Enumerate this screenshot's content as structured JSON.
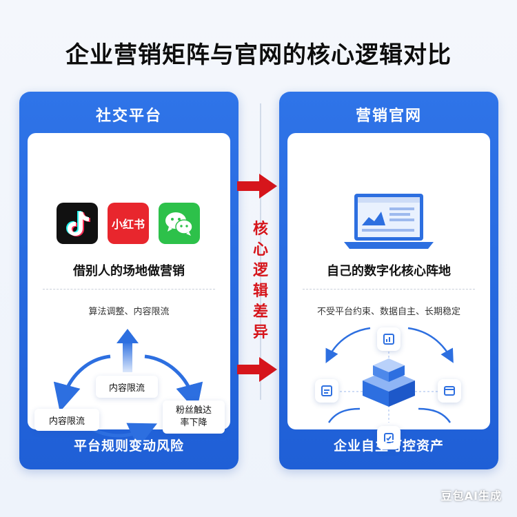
{
  "title": "企业营销矩阵与官网的核心逻辑对比",
  "left_panel": {
    "header": "社交平台",
    "apps": [
      {
        "name": "douyin-icon",
        "color": "#111111"
      },
      {
        "name": "xiaohongshu-icon",
        "label": "小红书",
        "color": "#e8262d"
      },
      {
        "name": "wechat-icon",
        "color": "#2dc14a"
      }
    ],
    "card_title": "借别人的场地做营销",
    "subtitle": "算法调整、内容限流",
    "cycle": {
      "top": "内容限流",
      "left": "内容限流",
      "right": "粉丝触达\n率下降"
    },
    "footer": "平台规则变动风险"
  },
  "center": {
    "label_chars": [
      "核",
      "心",
      "逻",
      "辑",
      "差",
      "异"
    ],
    "arrow_color": "#d6151b"
  },
  "right_panel": {
    "header": "营销官网",
    "card_title": "自己的数字化核心阵地",
    "subtitle": "不受平台约束、数据自主、长期稳定",
    "footer": "企业自主可控资产"
  },
  "watermark": "豆包AI生成",
  "colors": {
    "panel_blue": "#2f74e8",
    "accent_blue": "#2d6fe0",
    "red_arrow": "#d6151b"
  }
}
